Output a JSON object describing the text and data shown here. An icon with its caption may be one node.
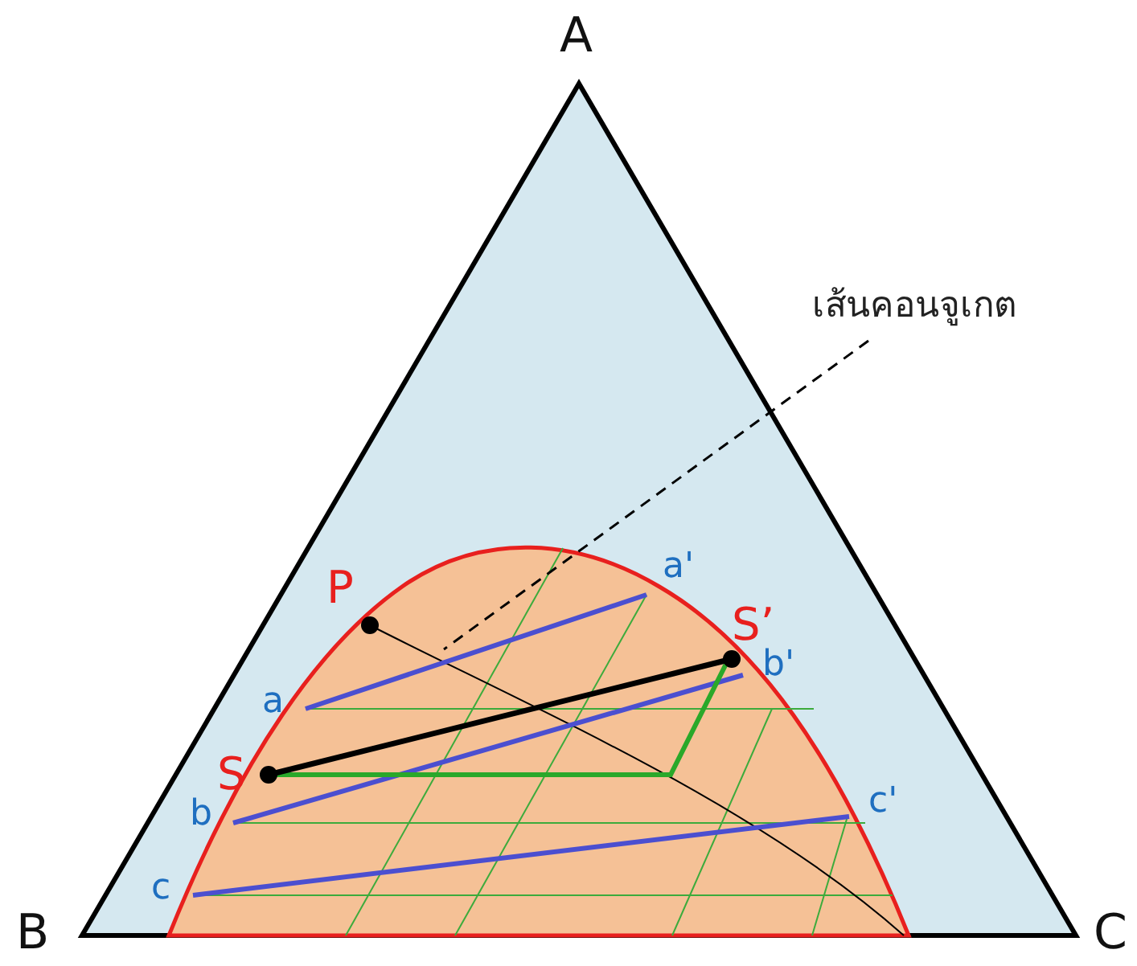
{
  "diagram": {
    "nodes": [
      {
        "text": [
          "เส้นคอนจูเกต"
        ]
      },
      {
        "text": [],
        "shape": "line"
      }
    ],
    "edges": [
      {
        "from": 0,
        "to": 1,
        "arrow": "none",
        "style": "dashed"
      }
    ],
    "labels": [
      "A",
      "P",
      "a'",
      "S’",
      "a",
      "b'",
      "S",
      "b",
      "c'",
      "c",
      "B",
      "C"
    ]
  }
}
